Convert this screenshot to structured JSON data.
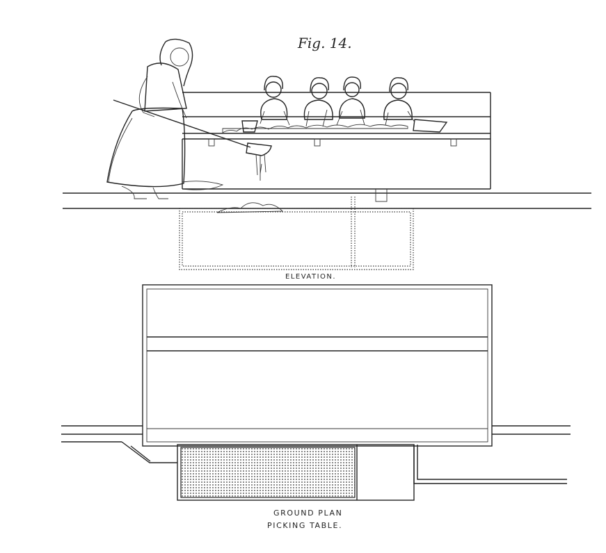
{
  "figure": {
    "title": "Fig. 14.",
    "elevation_label": "ELEVATION.",
    "ground_plan_label": "GROUND PLAN",
    "caption": "PICKING TABLE."
  },
  "people": {
    "standing_worker_icon": "woman-with-rake-icon",
    "seated_workers_icon": "girl-picking-icon",
    "seated_worker_count": 4
  },
  "colors": {
    "ink": "#222222",
    "paper": "#ffffff"
  }
}
